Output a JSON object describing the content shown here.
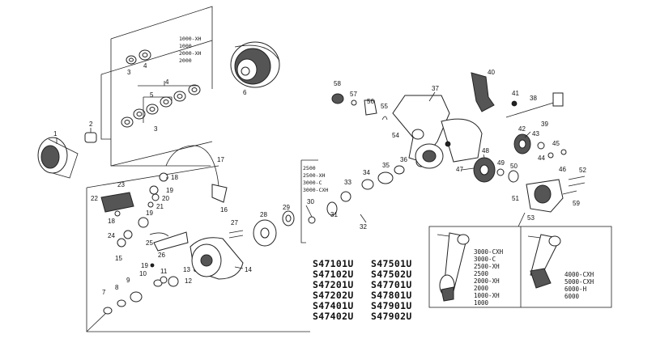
{
  "callouts": {
    "p1": "1",
    "p2": "2",
    "p3a": "3",
    "p4a": "4",
    "p4b": "4",
    "p5": "5",
    "p3b": "3",
    "p6": "6",
    "p7": "7",
    "p8": "8",
    "p9": "9",
    "p10": "10",
    "p11": "11",
    "p12": "12",
    "p13": "13",
    "p14": "14",
    "p15": "15",
    "p16": "16",
    "p17": "17",
    "p18a": "18",
    "p18b": "18",
    "p19a": "19",
    "p19b": "19",
    "p20": "20",
    "p21": "21",
    "p22": "22",
    "p23": "23",
    "p24": "24",
    "p25": "25",
    "p26": "26",
    "p27": "27",
    "p28": "28",
    "p29": "29",
    "p30": "30",
    "p31": "31",
    "p32": "32",
    "p33": "33",
    "p34": "34",
    "p35": "35",
    "p36": "36",
    "p37": "37",
    "p38": "38",
    "p39": "39",
    "p40": "40",
    "p41": "41",
    "p42": "42",
    "p43": "43",
    "p44": "44",
    "p45": "45",
    "p46": "46",
    "p47": "47",
    "p48": "48",
    "p49": "49",
    "p50": "50",
    "p51": "51",
    "p52": "52",
    "p53": "53",
    "p54": "54",
    "p55": "55",
    "p56": "56",
    "p57": "57",
    "p58": "58",
    "p59": "59"
  },
  "spool_sizes": [
    "1000-XH",
    "1000",
    "2000-XH",
    "2000"
  ],
  "shim_sizes": [
    "2500",
    "2500-XH",
    "3000-C",
    "3000-CXH"
  ],
  "model_codes": {
    "left": [
      "S47101U",
      "S47102U",
      "S47201U",
      "S47202U",
      "S47401U",
      "S47402U"
    ],
    "right": [
      "S47501U",
      "S47502U",
      "S47701U",
      "S47801U",
      "S47901U",
      "S47902U"
    ]
  },
  "handle_a_sizes": [
    "3000-CXH",
    "3000-C",
    "2500-XH",
    "2500",
    "2000-XH",
    "2000",
    "1000-XH",
    "1000"
  ],
  "handle_b_sizes": [
    "4000-CXH",
    "5000-CXH",
    "6000-H",
    "6000"
  ]
}
